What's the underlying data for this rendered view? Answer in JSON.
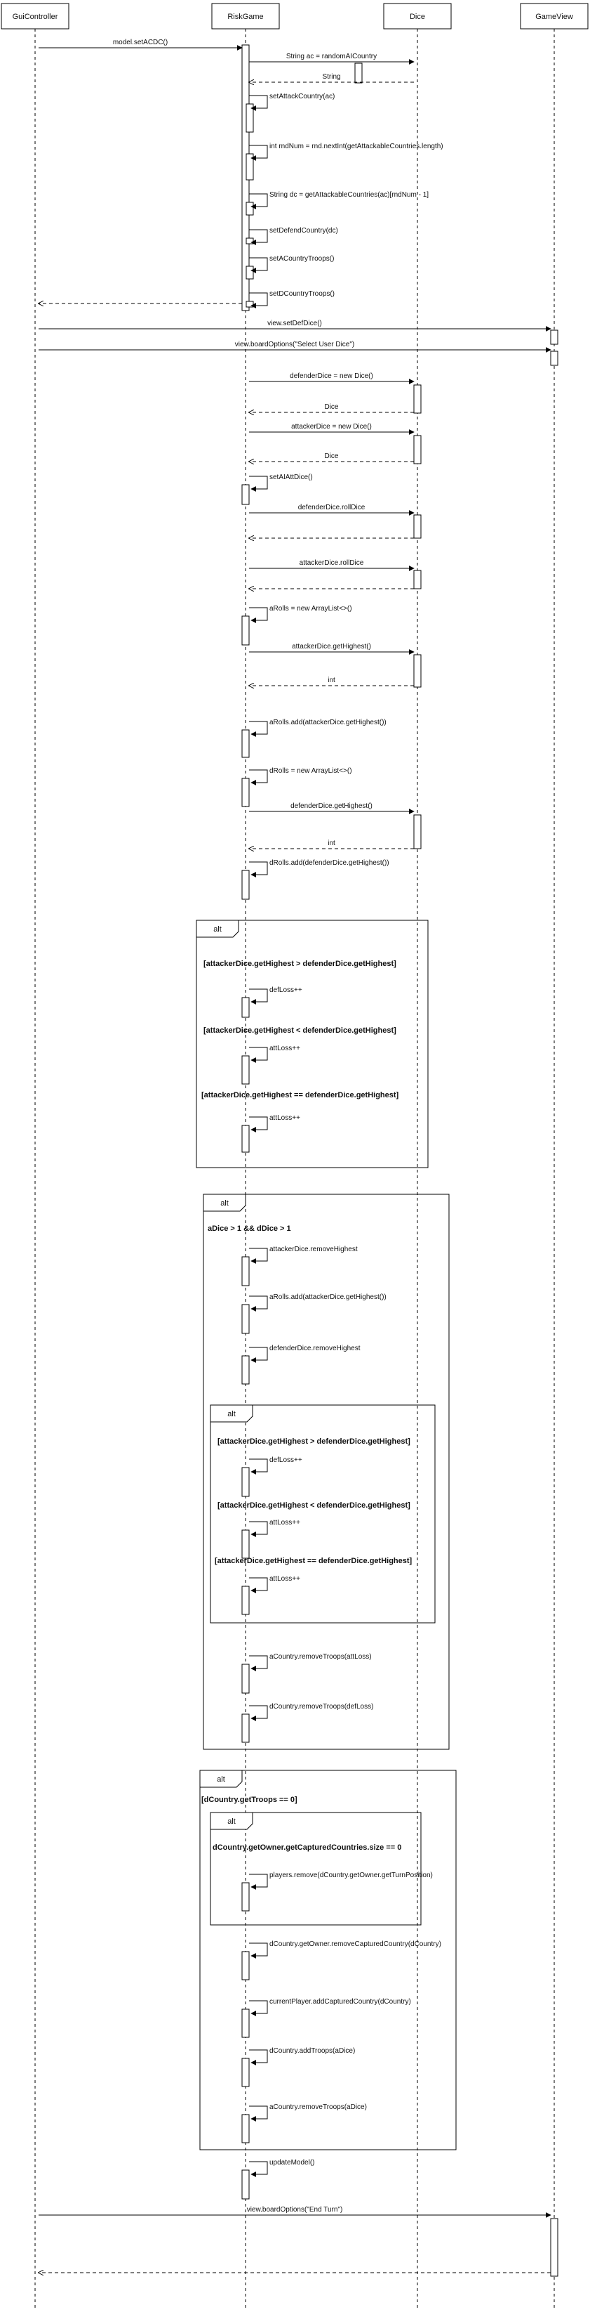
{
  "participants": [
    {
      "id": "gui",
      "name": "GuiController"
    },
    {
      "id": "risk",
      "name": "RiskGame"
    },
    {
      "id": "dice",
      "name": "Dice"
    },
    {
      "id": "view",
      "name": "GameView"
    }
  ],
  "messages": [
    {
      "id": "m1",
      "from": "gui",
      "to": "risk",
      "label": "model.setACDC()",
      "kind": "sync"
    },
    {
      "id": "m2",
      "from": "risk",
      "to": "dice",
      "label": "String ac = randomAICountry",
      "kind": "sync"
    },
    {
      "id": "m3",
      "from": "dice",
      "to": "risk",
      "label": "String",
      "kind": "return"
    },
    {
      "id": "m4",
      "from": "risk",
      "to": "risk",
      "label": "setAttackCountry(ac)",
      "kind": "self"
    },
    {
      "id": "m5",
      "from": "risk",
      "to": "risk",
      "label": "int rndNum = rnd.nextInt(getAttackableCountries.length)",
      "kind": "self"
    },
    {
      "id": "m6",
      "from": "risk",
      "to": "risk",
      "label": "String dc = getAttackableCountries(ac)[rndNum - 1]",
      "kind": "self"
    },
    {
      "id": "m7",
      "from": "risk",
      "to": "risk",
      "label": "setDefendCountry(dc)",
      "kind": "self"
    },
    {
      "id": "m8",
      "from": "risk",
      "to": "risk",
      "label": "setACountryTroops()",
      "kind": "self"
    },
    {
      "id": "m9",
      "from": "risk",
      "to": "risk",
      "label": "setDCountryTroops()",
      "kind": "self"
    },
    {
      "id": "m10",
      "from": "risk",
      "to": "gui",
      "label": "",
      "kind": "return"
    },
    {
      "id": "m11",
      "from": "gui",
      "to": "view",
      "label": "view.setDefDice()",
      "kind": "sync"
    },
    {
      "id": "m12",
      "from": "gui",
      "to": "view",
      "label": "view.boardOptions(\"Select User Dice\")",
      "kind": "sync"
    },
    {
      "id": "m13",
      "from": "risk",
      "to": "dice",
      "label": "defenderDice = new Dice()",
      "kind": "sync"
    },
    {
      "id": "m14",
      "from": "dice",
      "to": "risk",
      "label": "Dice",
      "kind": "return"
    },
    {
      "id": "m15",
      "from": "risk",
      "to": "dice",
      "label": "attackerDice  = new Dice()",
      "kind": "sync"
    },
    {
      "id": "m16",
      "from": "dice",
      "to": "risk",
      "label": "Dice",
      "kind": "return"
    },
    {
      "id": "m17",
      "from": "risk",
      "to": "risk",
      "label": "setAIAttDice()",
      "kind": "self"
    },
    {
      "id": "m18",
      "from": "risk",
      "to": "dice",
      "label": "defenderDice.rollDice",
      "kind": "sync"
    },
    {
      "id": "m19",
      "from": "dice",
      "to": "risk",
      "label": "",
      "kind": "return"
    },
    {
      "id": "m20",
      "from": "risk",
      "to": "dice",
      "label": "attackerDice.rollDice",
      "kind": "sync"
    },
    {
      "id": "m21",
      "from": "dice",
      "to": "risk",
      "label": "",
      "kind": "return"
    },
    {
      "id": "m22",
      "from": "risk",
      "to": "risk",
      "label": "aRolls = new ArrayList<>()",
      "kind": "self"
    },
    {
      "id": "m23",
      "from": "risk",
      "to": "dice",
      "label": "attackerDice.getHighest()",
      "kind": "sync"
    },
    {
      "id": "m24",
      "from": "dice",
      "to": "risk",
      "label": "int",
      "kind": "return"
    },
    {
      "id": "m25",
      "from": "risk",
      "to": "risk",
      "label": "aRolls.add(attackerDice.getHighest())",
      "kind": "self"
    },
    {
      "id": "m26",
      "from": "risk",
      "to": "risk",
      "label": "dRolls = new ArrayList<>()",
      "kind": "self"
    },
    {
      "id": "m27",
      "from": "risk",
      "to": "dice",
      "label": "defenderDice.getHighest()",
      "kind": "sync"
    },
    {
      "id": "m28",
      "from": "dice",
      "to": "risk",
      "label": "int",
      "kind": "return"
    },
    {
      "id": "m29",
      "from": "risk",
      "to": "risk",
      "label": "dRolls.add(defenderDice.getHighest())",
      "kind": "self"
    },
    {
      "id": "m30",
      "from": "risk",
      "to": "risk",
      "label": "defLoss++",
      "kind": "self"
    },
    {
      "id": "m31",
      "from": "risk",
      "to": "risk",
      "label": "attLoss++",
      "kind": "self"
    },
    {
      "id": "m32",
      "from": "risk",
      "to": "risk",
      "label": "attLoss++",
      "kind": "self"
    },
    {
      "id": "m33",
      "from": "risk",
      "to": "risk",
      "label": "attackerDice.removeHighest",
      "kind": "self"
    },
    {
      "id": "m34",
      "from": "risk",
      "to": "risk",
      "label": "aRolls.add(attackerDice.getHighest())",
      "kind": "self"
    },
    {
      "id": "m35",
      "from": "risk",
      "to": "risk",
      "label": "defenderDice.removeHighest",
      "kind": "self"
    },
    {
      "id": "m36",
      "from": "risk",
      "to": "risk",
      "label": "defLoss++",
      "kind": "self"
    },
    {
      "id": "m37",
      "from": "risk",
      "to": "risk",
      "label": "attLoss++",
      "kind": "self"
    },
    {
      "id": "m38",
      "from": "risk",
      "to": "risk",
      "label": "attLoss++",
      "kind": "self"
    },
    {
      "id": "m39",
      "from": "risk",
      "to": "risk",
      "label": "aCountry.removeTroops(attLoss)",
      "kind": "self"
    },
    {
      "id": "m40",
      "from": "risk",
      "to": "risk",
      "label": "dCountry.removeTroops(defLoss)",
      "kind": "self"
    },
    {
      "id": "m41",
      "from": "risk",
      "to": "risk",
      "label": "players.remove(dCountry.getOwner.getTurnPosition)",
      "kind": "self"
    },
    {
      "id": "m42",
      "from": "risk",
      "to": "risk",
      "label": "dCountry.getOwner.removeCapturedCountry(dCountry)",
      "kind": "self"
    },
    {
      "id": "m43",
      "from": "risk",
      "to": "risk",
      "label": "currentPlayer.addCapturedCountry(dCountry)",
      "kind": "self"
    },
    {
      "id": "m44",
      "from": "risk",
      "to": "risk",
      "label": "dCountry.addTroops(aDice)",
      "kind": "self"
    },
    {
      "id": "m45",
      "from": "risk",
      "to": "risk",
      "label": "aCountry.removeTroops(aDice)",
      "kind": "self"
    },
    {
      "id": "m46",
      "from": "risk",
      "to": "risk",
      "label": "updateModel()",
      "kind": "self"
    },
    {
      "id": "m47",
      "from": "gui",
      "to": "view",
      "label": "view.boardOptions(\"End Turn\")",
      "kind": "sync"
    },
    {
      "id": "m48",
      "from": "view",
      "to": "gui",
      "label": "",
      "kind": "return"
    }
  ],
  "fragments": [
    {
      "id": "f1",
      "operator": "alt",
      "conditions": [
        "[attackerDice.getHighest > defenderDice.getHighest]",
        "[attackerDice.getHighest < defenderDice.getHighest]",
        "[attackerDice.getHighest == defenderDice.getHighest]"
      ]
    },
    {
      "id": "f2",
      "operator": "alt",
      "conditions": [
        "aDice > 1 && dDice > 1"
      ]
    },
    {
      "id": "f3",
      "operator": "alt",
      "conditions": [
        "[attackerDice.getHighest > defenderDice.getHighest]",
        "[attackerDice.getHighest < defenderDice.getHighest]",
        "[attackerDice.getHighest == defenderDice.getHighest]"
      ]
    },
    {
      "id": "f4",
      "operator": "alt",
      "conditions": [
        "[dCountry.getTroops == 0]"
      ]
    },
    {
      "id": "f5",
      "operator": "alt",
      "conditions": [
        "dCountry.getOwner.getCapturedCountries.size == 0"
      ]
    }
  ]
}
